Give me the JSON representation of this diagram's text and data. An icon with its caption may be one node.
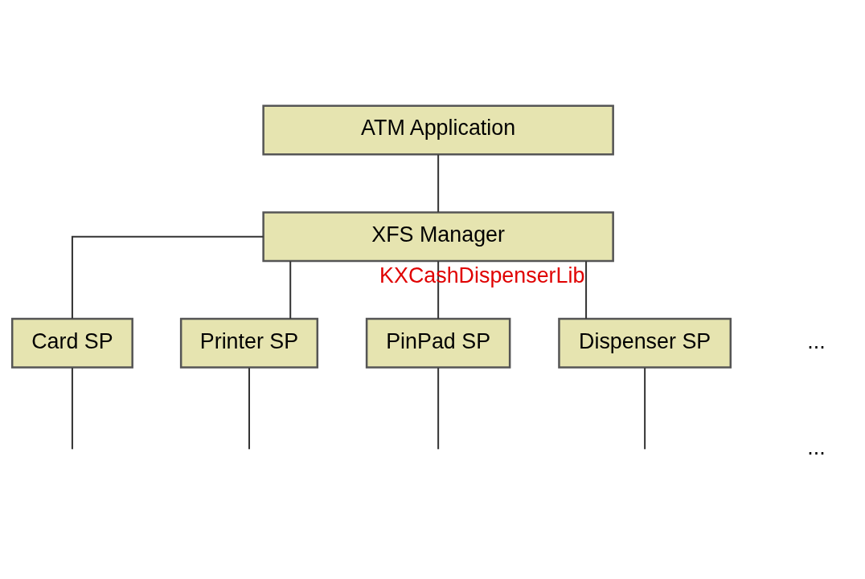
{
  "diagram": {
    "nodes": [
      {
        "text": [
          "ATM Application"
        ]
      },
      {
        "text": [
          "XFS Manager"
        ]
      },
      {
        "text": [
          "Card SP"
        ]
      },
      {
        "text": [
          "Printer SP"
        ]
      },
      {
        "text": [
          "PinPad SP"
        ]
      },
      {
        "text": [
          "Dispenser SP"
        ]
      }
    ],
    "edges": [
      {
        "from": 0,
        "to": 1,
        "arrow": "none"
      },
      {
        "from": 1,
        "to": 2,
        "arrow": "none"
      },
      {
        "from": 1,
        "to": 3,
        "arrow": "none"
      },
      {
        "from": 1,
        "to": 4,
        "arrow": "none"
      },
      {
        "from": 1,
        "to": 5,
        "arrow": "none",
        "label": "KXCashDispenserLib"
      },
      {
        "from": 2,
        "to": null,
        "arrow": "none"
      },
      {
        "from": 3,
        "to": null,
        "arrow": "none"
      },
      {
        "from": 4,
        "to": null,
        "arrow": "none"
      },
      {
        "from": 5,
        "to": null,
        "arrow": "none"
      }
    ],
    "labels": [
      "...",
      "..."
    ]
  }
}
